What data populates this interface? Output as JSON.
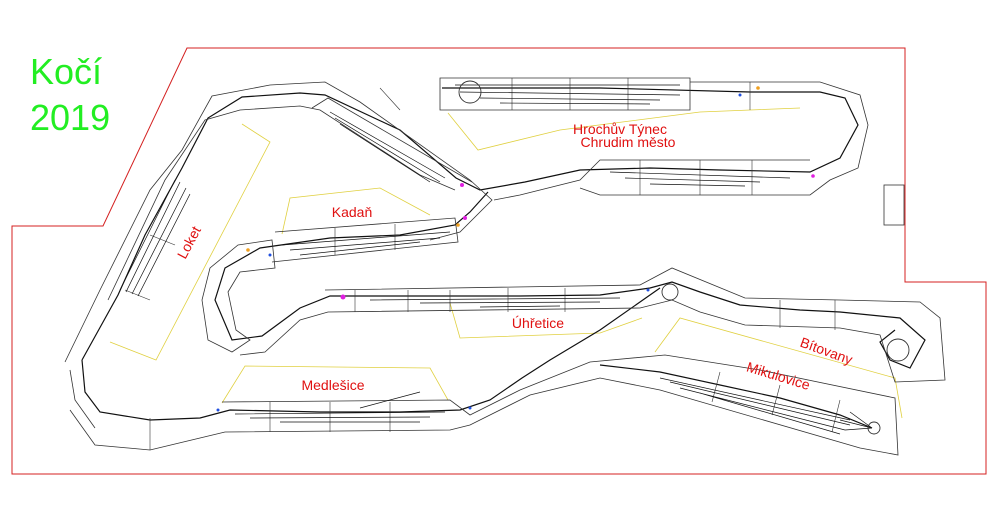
{
  "title": {
    "line1": "Kočí",
    "line2": "2019"
  },
  "colors": {
    "title": "#22ee22",
    "room_outline": "#d42020",
    "station_label": "#e01010",
    "station_area": "#e0d040",
    "track": "#111111",
    "module_edge": "#333333",
    "signal_magenta": "#e020e0",
    "signal_orange": "#f0a020",
    "signal_blue": "#2050e0",
    "tiny_label": "#30a030"
  },
  "stations": {
    "loket": "Loket",
    "kadan": "Kadaň",
    "hrochuv_tynec": "Hrochův Týnec",
    "chrudim_mesto": "Chrudim město",
    "uhretice": "Úhřetice",
    "medlesice": "Medlešice",
    "bitovany": "Bítovany",
    "mikulovice": "Mikulovice"
  }
}
